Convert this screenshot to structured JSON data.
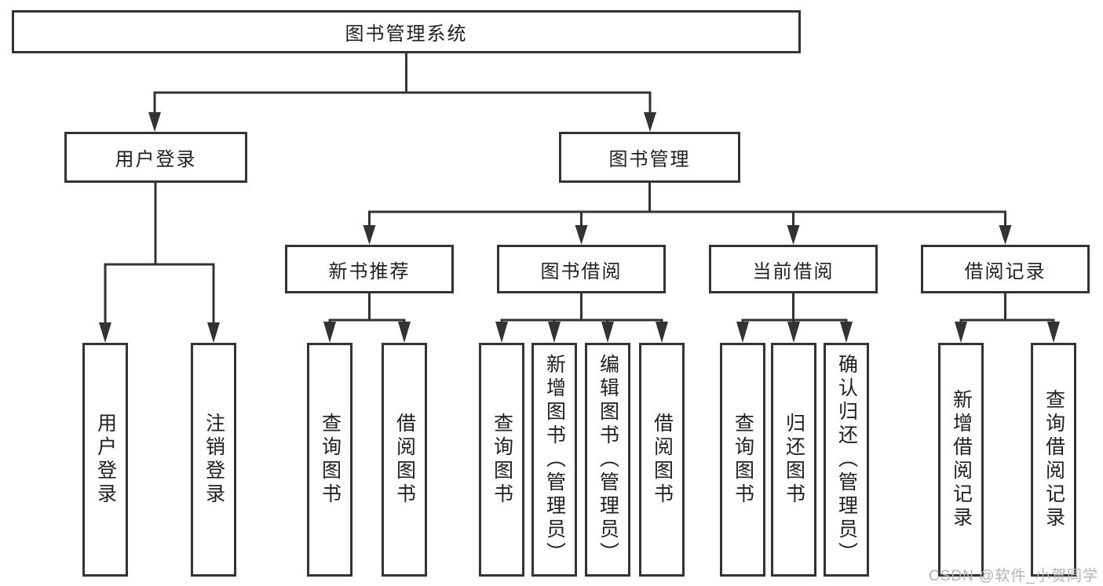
{
  "colors": {
    "line": "#333333",
    "border": "#333333",
    "text": "#1f1f1f",
    "watermark": "#b3b3b3",
    "bg": "#ffffff"
  },
  "nodes": {
    "root": {
      "label": "图书管理系统"
    },
    "level2": [
      {
        "label": "用户登录"
      },
      {
        "label": "图书管理"
      }
    ],
    "level3": [
      {
        "label": "新书推荐"
      },
      {
        "label": "图书借阅"
      },
      {
        "label": "当前借阅"
      },
      {
        "label": "借阅记录"
      }
    ],
    "leaves": {
      "user_login": [
        {
          "label": "用户登录"
        },
        {
          "label": "注销登录"
        }
      ],
      "new_books": [
        {
          "label": "查询图书"
        },
        {
          "label": "借阅图书"
        }
      ],
      "book_borrow": [
        {
          "label": "查询图书"
        },
        {
          "label": "新增图书（管理员）"
        },
        {
          "label": "编辑图书（管理员）"
        },
        {
          "label": "借阅图书"
        }
      ],
      "current_borrow": [
        {
          "label": "查询图书"
        },
        {
          "label": "归还图书"
        },
        {
          "label": "确认归还（管理员）"
        }
      ],
      "borrow_records": [
        {
          "label": "新增借阅记录"
        },
        {
          "label": "查询借阅记录"
        }
      ]
    }
  },
  "watermark": {
    "text": "CSDN @软件_小贺同学"
  }
}
